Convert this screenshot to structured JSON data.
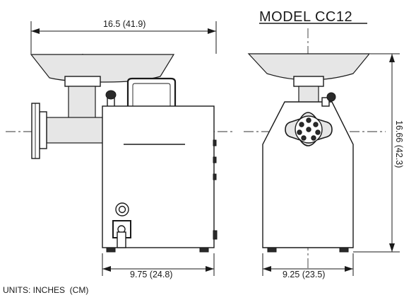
{
  "title": "MODEL CC12",
  "units_note": "UNITS: INCHES  (CM)",
  "dimensions": {
    "overall_width": "16.5  (41.9)",
    "height": "16.66  (42.3)",
    "side_base_width": "9.75  (24.8)",
    "front_base_width": "9.25  (23.5)"
  }
}
